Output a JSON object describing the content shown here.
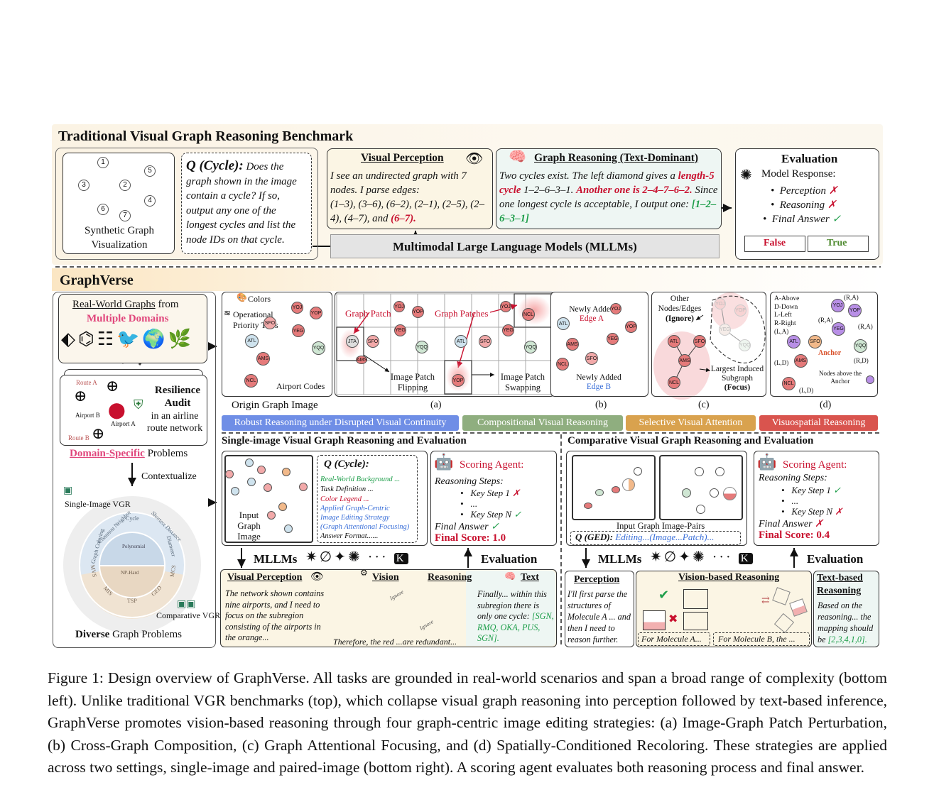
{
  "top": {
    "title": "Traditional Visual Graph Reasoning Benchmark",
    "synthetic_caption": "Synthetic Graph Visualization",
    "synthetic_nodes": [
      "1",
      "2",
      "3",
      "4",
      "5",
      "6",
      "7"
    ],
    "question_label": "Q (Cycle):",
    "question_text": "Does the graph shown in the image contain a cycle? If so, output any one of the longest cycles and list the node IDs on that cycle.",
    "perception_title": "Visual Perception",
    "perception_text": "I see an undirected graph with 7 nodes. I parse edges:",
    "perception_edges": "(1–3), (3–6), (6–2), (2–1), (2–5), (2–4), (4–7), and",
    "perception_edges_red": "(6–7).",
    "reasoning_title": "Graph Reasoning (Text-Dominant)",
    "reasoning_text_1": "Two cycles exist. The left diamond gives a",
    "reasoning_red_1": "length-5 cycle",
    "reasoning_text_2": "1–2–6–3–1.",
    "reasoning_red_2": "Another one is 2–4–7–6–2.",
    "reasoning_text_3": "Since one longest cycle is acceptable, I output one:",
    "reasoning_green": "[1–2–6–3–1]",
    "mllm_label": "Multimodal Large Language Models (MLLMs)",
    "eval_title": "Evaluation",
    "eval_model_response": "Model Response:",
    "eval_items": [
      "Perception",
      "Reasoning",
      "Final Answer"
    ],
    "eval_false": "False",
    "eval_true": "True"
  },
  "graphverse": {
    "title": "GraphVerse",
    "realworld_1": "Real-World Graphs",
    "realworld_2": "from",
    "multiple_domains": "Multiple Domains",
    "route_a": "Route A",
    "route_b": "Route B",
    "airport_a": "Airport A",
    "airport_b": "Airport B",
    "resilience": "Resilience Audit",
    "resilience_sub": "in an airline route network",
    "domain_specific": "Domain-Specific",
    "problems": "Problems",
    "contextualize": "Contextualize",
    "single_vgr": "Single-Image VGR",
    "comparative_vgr": "Comparative VGR",
    "diverse": "Diverse",
    "graph_problems": "Graph Problems",
    "wheel_outer": [
      "Common Neighbor",
      "Cycle",
      "Shortest Distance",
      "Diameter",
      "MCS",
      "GED",
      "TSP",
      "MIS",
      "MVS",
      "Graph Coloring"
    ],
    "wheel_inner": [
      "Polynomial",
      "NP-Hard"
    ],
    "origin": {
      "colors": "Colors",
      "tiers": "Operational Priority Tiers",
      "codes": "Airport Codes",
      "caption": "Origin Graph Image",
      "nodes": [
        "YOJ",
        "YOP",
        "YEG",
        "SFO",
        "ATL",
        "YQQ",
        "AMS",
        "NCL"
      ]
    },
    "a": {
      "patch": "Graph Patch",
      "patches": "Graph Patches",
      "flip": "Image Patch Flipping",
      "swap": "Image Patch Swapping",
      "label": "(a)"
    },
    "b": {
      "added_a": "Newly Added",
      "edge_a": "Edge A",
      "added_b": "Newly Added",
      "edge_b": "Edge B",
      "label": "(b)"
    },
    "c": {
      "other": "Other Nodes/Edges",
      "ignore": "(Ignore)",
      "largest": "Largest Induced Subgraph",
      "focus": "(Focus)",
      "label": "(c)"
    },
    "d": {
      "legend": [
        "A-Above",
        "D-Down",
        "L-Left",
        "R-Right"
      ],
      "anchor": "Anchor",
      "nodes_above": "Nodes above the Anchor",
      "tags": [
        "(R,A)",
        "(R,A)",
        "(R,A)",
        "(L,A)",
        "(R,D)",
        "(L,D)",
        "(L,D)"
      ],
      "label": "(d)"
    },
    "banners": [
      "Robust Reasoning under Disrupted Visual Continuity",
      "Compositional Visual Reasoning",
      "Selective Visual Attention",
      "Visuospatial Reasoning"
    ],
    "banner_colors": [
      "#6f8ee6",
      "#8fae7f",
      "#d9a24e",
      "#d9544e"
    ]
  },
  "single": {
    "title": "Single-image Visual Graph Reasoning and Evaluation",
    "input_label": "Input Graph Image",
    "q_label": "Q (Cycle):",
    "q_lines": [
      "Real-World Background ...",
      "Task Definition ...",
      "Color Legend ...",
      "Applied Graph-Centric",
      "Image Editing Strategy",
      "(Graph Attentional Focusing)",
      "Answer Format......"
    ],
    "scoring": "Scoring Agent:",
    "reasoning_steps": "Reasoning Steps:",
    "key1": "Key Step 1",
    "dots": "...",
    "keyn": "Key Step N",
    "final_answer": "Final Answer",
    "final_score": "Final Score: 1.0",
    "mllms": "MLLMs",
    "evaluation": "Evaluation",
    "perception_title": "Visual Perception",
    "vision": "Vision",
    "reasoning": "Reasoning",
    "text": "Text",
    "perception_text": "The network shown contains nine airports, and I need to focus on the subregion consisting of the airports in the orange...",
    "ignore": "Ignore",
    "therefore": "Therefore, the red ...are redundant...",
    "final_text": "Finally... within this subregion there is only one cycle:",
    "final_green": "[SGN, RMQ, OKA, PUS, SGN]."
  },
  "comparative": {
    "title": "Comparative Visual Graph Reasoning and Evaluation",
    "pairs_label": "Input Graph Image-Pairs",
    "q_label": "Q (GED):",
    "q_text": "Editing...(Image...Patch)...",
    "scoring": "Scoring Agent:",
    "reasoning_steps": "Reasoning Steps:",
    "key1": "Key Step 1",
    "dots": "...",
    "keyn": "Key Step N",
    "final_answer": "Final Answer",
    "final_score": "Final Score: 0.4",
    "mllms": "MLLMs",
    "evaluation": "Evaluation",
    "perception_title": "Perception",
    "perception_text": "I'll first parse the structures of Molecule A ... and then I need to reason further.",
    "vision_reasoning": "Vision-based Reasoning",
    "mol_a": "For Molecule A...",
    "mol_b": "For Molecule B, the ...",
    "text_reasoning": "Text-based Reasoning",
    "text_text": "Based on the reasoning... the mapping should be",
    "text_green": "[2,3,4,1,0]."
  },
  "caption": "Figure 1: Design overview of GraphVerse. All tasks are grounded in real-world scenarios and span a broad range of complexity (bottom left). Unlike traditional VGR benchmarks (top), which collapse visual graph reasoning into perception followed by text-based inference, GraphVerse promotes vision-based reasoning through four graph-centric image editing strategies: (a) Image-Graph Patch Perturbation, (b) Cross-Graph Composition, (c) Graph Attentional Focusing, and (d) Spatially-Conditioned Recoloring. These strategies are applied across two settings, single-image and paired-image (bottom right). A scoring agent evaluates both reasoning process and final answer."
}
